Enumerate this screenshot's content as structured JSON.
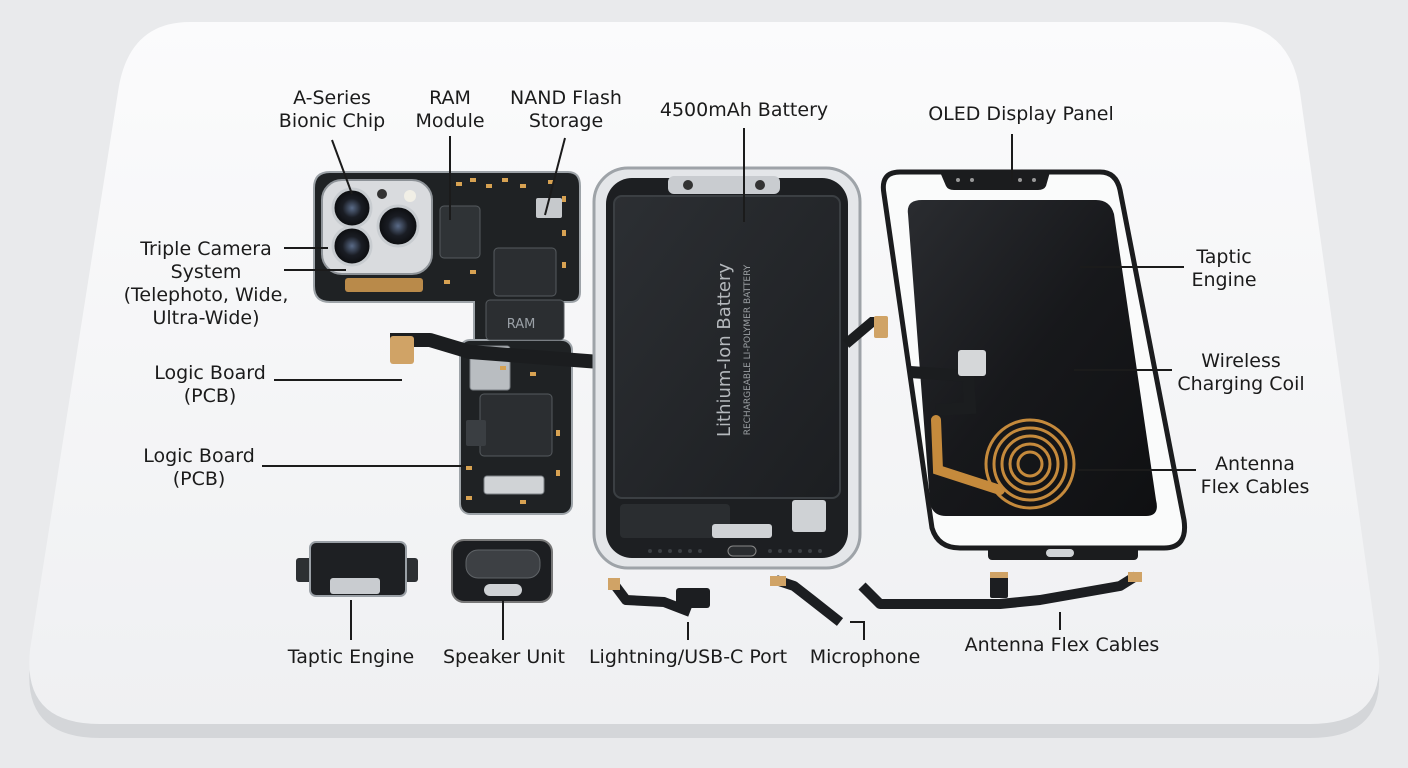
{
  "labels": {
    "a_series": [
      "A-Series",
      "Bionic Chip"
    ],
    "ram_module": [
      "RAM",
      "Module"
    ],
    "nand": [
      "NAND Flash",
      "Storage"
    ],
    "battery_top": "4500mAh Battery",
    "oled": "OLED Display Panel",
    "camera": [
      "Triple Camera",
      "System",
      "(Telephoto, Wide,",
      "Ultra-Wide)"
    ],
    "logic_board_1": [
      "Logic Board",
      "(PCB)"
    ],
    "logic_board_2": [
      "Logic Board",
      "(PCB)"
    ],
    "taptic_right": [
      "Taptic",
      "Engine"
    ],
    "wireless": [
      "Wireless",
      "Charging Coil"
    ],
    "antenna_right": [
      "Antenna",
      "Flex Cables"
    ],
    "taptic_bottom": "Taptic Engine",
    "speaker": "Speaker Unit",
    "port": "Lightning/USB-C Port",
    "microphone": "Microphone",
    "antenna_bottom": "Antenna Flex Cables"
  },
  "printed_on_parts": {
    "battery_main": "Lithium-Ion Battery",
    "battery_sub": "RECHARGEABLE LI-POLYMER BATTERY",
    "ram_chip": "RAM"
  },
  "colors": {
    "board": "#f6f7f8",
    "pcb": "#1f2224",
    "gold": "#c58a3c",
    "frame": "#c9ccd0",
    "battery": "#222528",
    "screen": "#141517"
  }
}
